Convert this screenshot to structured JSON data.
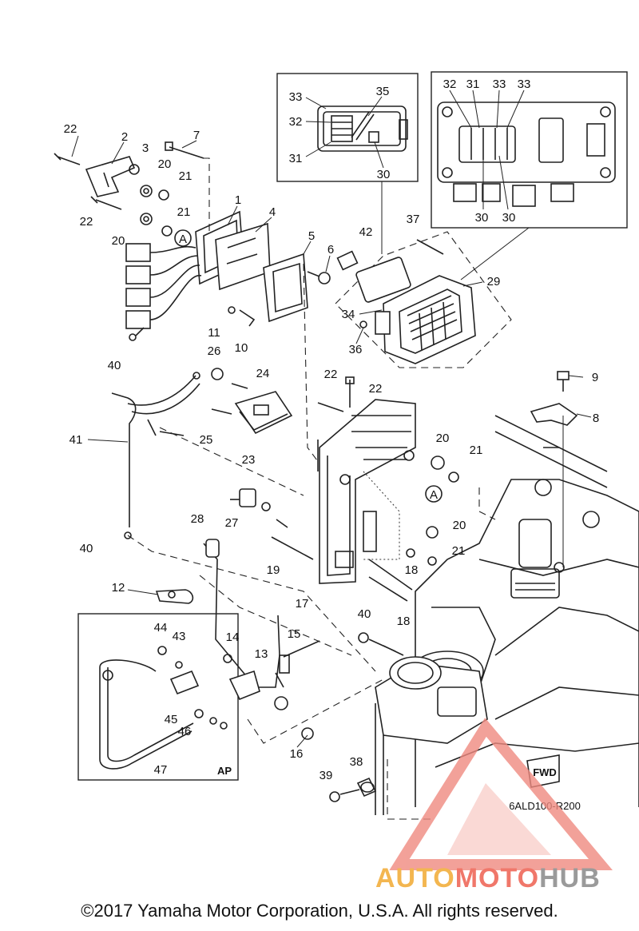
{
  "diagram_code": "6ALD100-R200",
  "inset_label": "AP",
  "callout_letter": "A",
  "fwd_label": "FWD",
  "copyright": "©2017 Yamaha Motor Corporation, U.S.A. All rights reserved.",
  "watermark": {
    "part1": "AUTO",
    "part2": "MOTO",
    "part3": "HUB",
    "colors": {
      "auto": "#f3b650",
      "moto": "#f0776a",
      "hub": "#9a9a9a",
      "triangle": "#f4a7a0"
    }
  },
  "part_numbers": [
    {
      "id": "p22a",
      "text": "22"
    },
    {
      "id": "p2",
      "text": "2"
    },
    {
      "id": "p3",
      "text": "3"
    },
    {
      "id": "p7",
      "text": "7"
    },
    {
      "id": "p20a",
      "text": "20"
    },
    {
      "id": "p21a",
      "text": "21"
    },
    {
      "id": "p22b",
      "text": "22"
    },
    {
      "id": "p1",
      "text": "1"
    },
    {
      "id": "p21b",
      "text": "21"
    },
    {
      "id": "p20b",
      "text": "20"
    },
    {
      "id": "p4",
      "text": "4"
    },
    {
      "id": "p5",
      "text": "5"
    },
    {
      "id": "p6",
      "text": "6"
    },
    {
      "id": "p11",
      "text": "11"
    },
    {
      "id": "p10",
      "text": "10"
    },
    {
      "id": "p33a",
      "text": "33"
    },
    {
      "id": "p35",
      "text": "35"
    },
    {
      "id": "p32a",
      "text": "32"
    },
    {
      "id": "p31a",
      "text": "31"
    },
    {
      "id": "p30a",
      "text": "30"
    },
    {
      "id": "p32b",
      "text": "32"
    },
    {
      "id": "p31b",
      "text": "31"
    },
    {
      "id": "p33b",
      "text": "33"
    },
    {
      "id": "p33c",
      "text": "33"
    },
    {
      "id": "p30b",
      "text": "30"
    },
    {
      "id": "p30c",
      "text": "30"
    },
    {
      "id": "p37",
      "text": "37"
    },
    {
      "id": "p42",
      "text": "42"
    },
    {
      "id": "p29",
      "text": "29"
    },
    {
      "id": "p34",
      "text": "34"
    },
    {
      "id": "p36",
      "text": "36"
    },
    {
      "id": "p40a",
      "text": "40"
    },
    {
      "id": "p26",
      "text": "26"
    },
    {
      "id": "p24",
      "text": "24"
    },
    {
      "id": "p25",
      "text": "25"
    },
    {
      "id": "p23",
      "text": "23"
    },
    {
      "id": "p41",
      "text": "41"
    },
    {
      "id": "p22c",
      "text": "22"
    },
    {
      "id": "p22d",
      "text": "22"
    },
    {
      "id": "p9",
      "text": "9"
    },
    {
      "id": "p8",
      "text": "8"
    },
    {
      "id": "p20c",
      "text": "20"
    },
    {
      "id": "p21c",
      "text": "21"
    },
    {
      "id": "p28",
      "text": "28"
    },
    {
      "id": "p27",
      "text": "27"
    },
    {
      "id": "p20d",
      "text": "20"
    },
    {
      "id": "p21d",
      "text": "21"
    },
    {
      "id": "p40b",
      "text": "40"
    },
    {
      "id": "p19",
      "text": "19"
    },
    {
      "id": "p18a",
      "text": "18"
    },
    {
      "id": "p18b",
      "text": "18"
    },
    {
      "id": "p17",
      "text": "17"
    },
    {
      "id": "p12",
      "text": "12"
    },
    {
      "id": "p40c",
      "text": "40"
    },
    {
      "id": "p44",
      "text": "44"
    },
    {
      "id": "p43",
      "text": "43"
    },
    {
      "id": "p14",
      "text": "14"
    },
    {
      "id": "p15",
      "text": "15"
    },
    {
      "id": "p13",
      "text": "13"
    },
    {
      "id": "p45",
      "text": "45"
    },
    {
      "id": "p46",
      "text": "46"
    },
    {
      "id": "p16",
      "text": "16"
    },
    {
      "id": "p47",
      "text": "47"
    },
    {
      "id": "p38",
      "text": "38"
    },
    {
      "id": "p39",
      "text": "39"
    }
  ]
}
